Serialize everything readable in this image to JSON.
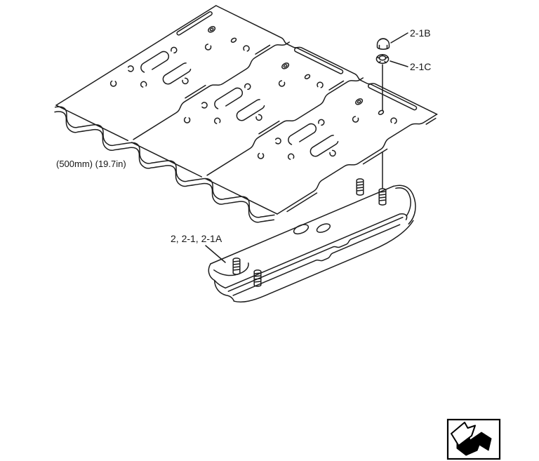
{
  "figure": {
    "type": "exploded-parts-diagram",
    "subject": "track-shoe-assembly",
    "callouts": [
      {
        "part": "cap-nut",
        "label": "2-1B"
      },
      {
        "part": "flanged-nut",
        "label": "2-1C"
      },
      {
        "part": "track-shoe",
        "label": "2, 2-1, 2-1A"
      }
    ],
    "dimension_note": "(500mm) (19.7in)",
    "colors": {
      "line": "#1d1d1d",
      "background": "#ffffff",
      "icon_fill": "#000000"
    },
    "nav_icon": {
      "name": "figure-link-arrow-icon"
    }
  }
}
